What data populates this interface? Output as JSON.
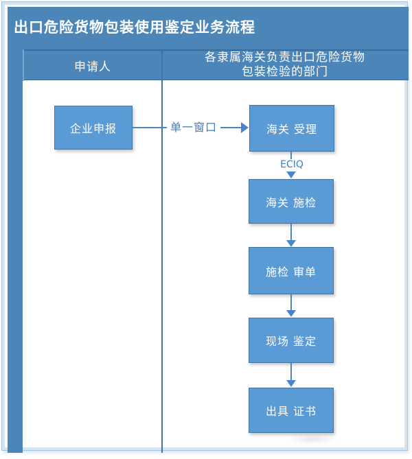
{
  "title": "出口危险货物包装使用鉴定业务流程",
  "lanes": {
    "applicant": "申请人",
    "customs_line1": "各隶属海关负责出口危险货物",
    "customs_line2": "包装检验的部门"
  },
  "nodes": {
    "declare": "企业申报",
    "accept": "海关 受理",
    "inspect": "海关 施检",
    "review": "施检 审单",
    "onsite": "现场 鉴定",
    "certificate": "出具 证书"
  },
  "edges": {
    "single_window": "单一窗口",
    "eciq": "ECIQ"
  },
  "colors": {
    "band_blue": "#4c86b9",
    "node_fill": "#5b9bd5",
    "node_border": "#44749e",
    "connector_blue": "#4a86c5",
    "edge_label_blue": "#3f7cc1",
    "dark_line": "#3a6c9e",
    "frame_border": "#a6c4e0"
  }
}
